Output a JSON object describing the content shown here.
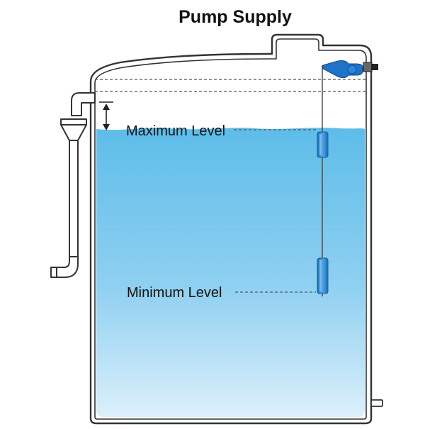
{
  "diagram": {
    "title": "Pump Supply",
    "labels": {
      "maximum_level": "Maximum Level",
      "minimum_level": "Minimum Level"
    },
    "colors": {
      "water_top": "#5dbde9",
      "water_bottom": "#dcf0fb",
      "tank_outline": "#333333",
      "switch_body": "#1e73c8",
      "float": "#3a97d8",
      "dashed_line": "#555555"
    },
    "icons": {
      "float_switch": "float-switch-icon",
      "overflow_pipe": "overflow-pipe-icon",
      "drain_port": "drain-port-icon"
    }
  }
}
